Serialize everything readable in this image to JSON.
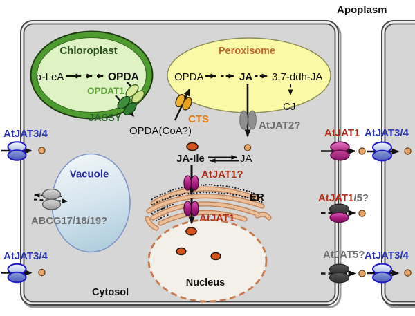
{
  "figure": {
    "description": "Jasmonate transport pathways in a plant cell",
    "colors": {
      "cell_fill": "#d9d9d9",
      "cell_border": "#474747",
      "apoplasm_bg": "#ffffff",
      "chloroplast_fill": "#def2c3",
      "chloroplast_ring": "#4e9b30",
      "peroxisome_fill": "#f9f9a6",
      "vacuole_fill": "#cfe2ec",
      "nucleus_fill": "#f3f0ea",
      "nucleus_border": "#c9794f",
      "er_tubule": "#e8bc96",
      "ja_dot": "#e6a365",
      "ja_ile_oval": "#d4541c",
      "label_red": "#b13018",
      "label_blue": "#2a35b5",
      "label_grey": "#6e6e6e",
      "label_orange": "#e07d1a",
      "transporter_blue": "#2a35b5",
      "transporter_magenta": "#a01878",
      "transporter_grey": "#4a4a4a"
    }
  },
  "regions": {
    "apoplasm": "Apoplasm",
    "cytosol": "Cytosol",
    "er": "ER",
    "nucleus": "Nucleus",
    "chloroplast": "Chloroplast",
    "peroxisome": "Peroxisome",
    "vacuole": "Vacuole"
  },
  "chloroplast_pathway": {
    "substrate": "α-LeA",
    "product": "OPDA",
    "inner_transporter": "OPDAT1",
    "outer_transporter": "JASSY",
    "exported": "OPDA(CoA?)"
  },
  "peroxisome_pathway": {
    "import_transporter": "CTS",
    "opda": "OPDA",
    "ja": "JA",
    "ddh_ja": "3,7-ddh-JA",
    "cj": "CJ",
    "export_transporter": "AtJAT2?"
  },
  "cytosol_pathway": {
    "ja_ile": "JA-Ile",
    "ja": "JA",
    "er_transporter_upper": "AtJAT1?",
    "er_transporter_lower": "AtJAT1"
  },
  "vacuole_transporter": "ABCG17/18/19?",
  "plasma_membrane_left": {
    "top": "AtJAT3/4",
    "bottom": "AtJAT3/4"
  },
  "plasma_membrane_right": {
    "row1": "AtJAT1",
    "row2_red": "AtJAT1",
    "row2_grey": "/5?",
    "row3": "AtJAT5?"
  },
  "neighbor_cell_membrane": {
    "top": "AtJAT3/4",
    "bottom": "AtJAT3/4"
  }
}
